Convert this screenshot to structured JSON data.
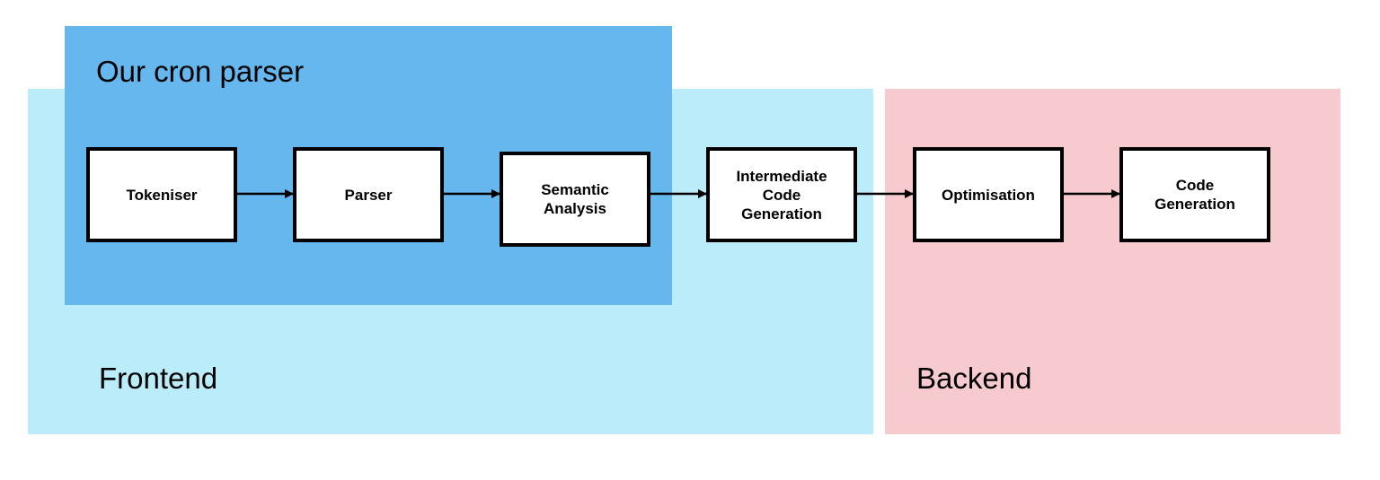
{
  "colors": {
    "frontend": "#bbecfa",
    "backend": "#f6cace",
    "cron_parser": "#67b7ef",
    "box_border": "#000000",
    "box_fill": "#ffffff",
    "arrow": "#000000"
  },
  "regions": {
    "frontend_label": "Frontend",
    "backend_label": "Backend",
    "cron_label": "Our cron parser"
  },
  "stages": [
    {
      "label": "Tokeniser"
    },
    {
      "label": "Parser"
    },
    {
      "label": "Semantic\nAnalysis"
    },
    {
      "label": "Intermediate\nCode\nGeneration"
    },
    {
      "label": "Optimisation"
    },
    {
      "label": "Code\nGeneration"
    }
  ],
  "flow": [
    [
      0,
      1
    ],
    [
      1,
      2
    ],
    [
      2,
      3
    ],
    [
      3,
      4
    ],
    [
      4,
      5
    ]
  ]
}
